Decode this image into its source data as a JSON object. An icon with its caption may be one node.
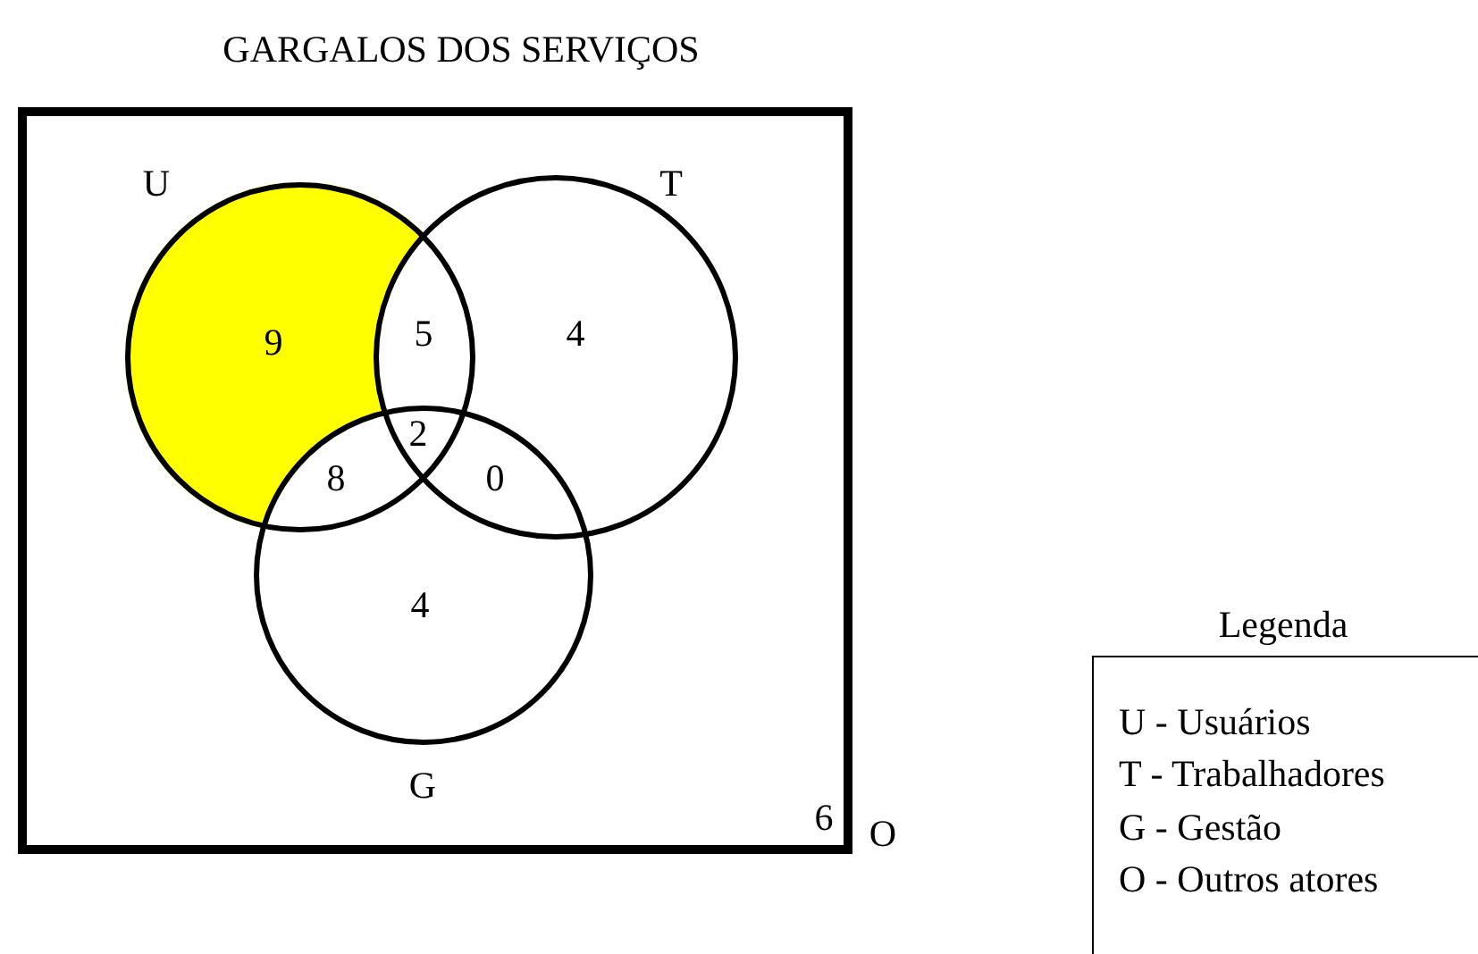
{
  "diagram": {
    "title": "GARGALOS DOS SERVIÇOS",
    "nodes": [
      {
        "text": [
          "O"
        ]
      },
      {
        "text": [
          "U"
        ],
        "in": 0
      },
      {
        "text": [
          "T"
        ],
        "in": 0
      },
      {
        "text": [
          "G"
        ],
        "in": 0
      },
      {
        "text": [
          "Legenda",
          "U - Usuários",
          "T - Trabalhadores",
          "G - Gestão",
          "O - Outros atores"
        ]
      }
    ],
    "edges": [],
    "labels": [
      "9",
      "5",
      "4",
      "2",
      "8",
      "0",
      "4",
      "6"
    ]
  }
}
